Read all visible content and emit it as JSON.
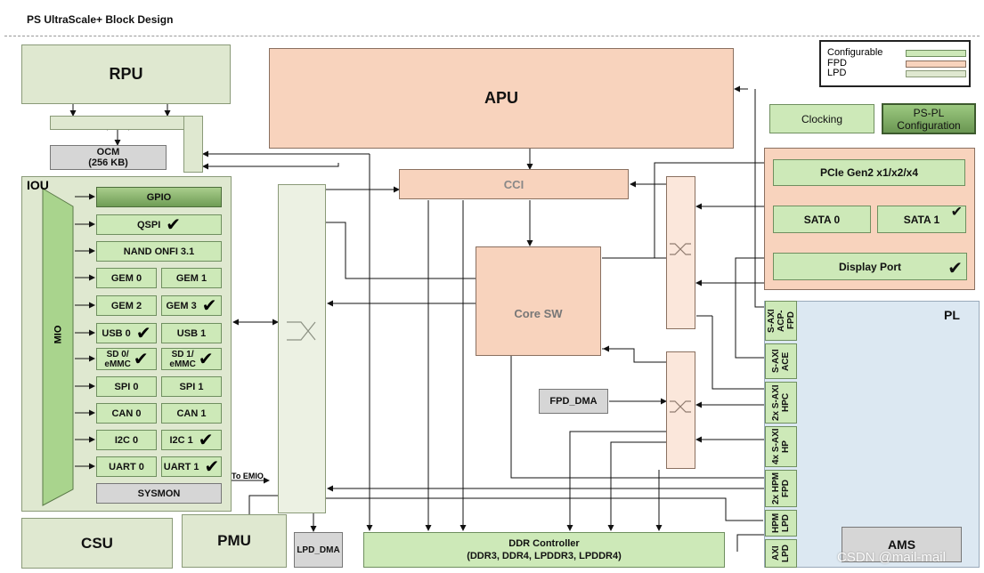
{
  "title": "PS UltraScale+ Block Design",
  "legend": {
    "configurable": "Configurable",
    "fpd": "FPD",
    "lpd": "LPD"
  },
  "blocks": {
    "rpu": "RPU",
    "apu": "APU",
    "ocm_line1": "OCM",
    "ocm_line2": "(256 KB)",
    "clocking": "Clocking",
    "pspl_line1": "PS-PL",
    "pspl_line2": "Configuration",
    "cci": "CCI",
    "core_sw": "Core SW",
    "fpd_dma": "FPD_DMA",
    "lpd_dma": "LPD_DMA",
    "csu": "CSU",
    "pmu": "PMU",
    "ams": "AMS",
    "pl": "PL",
    "ddr_line1": "DDR Controller",
    "ddr_line2": "(DDR3, DDR4, LPDDR3, LPDDR4)",
    "iou": "IOU",
    "mio": "MIO",
    "to_emio": "To EMIO",
    "pcie": "PCIe Gen2 x1/x2/x4",
    "sata0": "SATA 0",
    "sata1": "SATA 1",
    "display_port": "Display Port"
  },
  "iou_items": {
    "gpio": "GPIO",
    "qspi": "QSPI",
    "nand": "NAND ONFI 3.1",
    "gem0": "GEM 0",
    "gem1": "GEM 1",
    "gem2": "GEM 2",
    "gem3": "GEM 3",
    "usb0": "USB 0",
    "usb1": "USB 1",
    "sd0_a": "SD 0/",
    "sd0_b": "eMMC",
    "sd1_a": "SD 1/",
    "sd1_b": "eMMC",
    "spi0": "SPI 0",
    "spi1": "SPI 1",
    "can0": "CAN 0",
    "can1": "CAN 1",
    "i2c0": "I2C 0",
    "i2c1": "I2C 1",
    "uart0": "UART 0",
    "uart1": "UART 1",
    "sysmon": "SYSMON"
  },
  "pl_ports": {
    "acp": "S-AXI ACP-FPD",
    "ace": "S-AXI ACE",
    "hpc": "2x S-AXI HPC",
    "hp": "4x S-AXI HP",
    "hpm_fpd": "2x HPM FPD",
    "hpm_lpd": "HPM LPD",
    "axi_lpd": "AXI LPD"
  },
  "check_mark": "✔",
  "watermark": "CSDN @mail-mail",
  "colors": {
    "configurable": "#cde9b8",
    "fpd": "#f8d3bd",
    "lpd": "#dfe8d0",
    "pl": "#dce8f2"
  }
}
